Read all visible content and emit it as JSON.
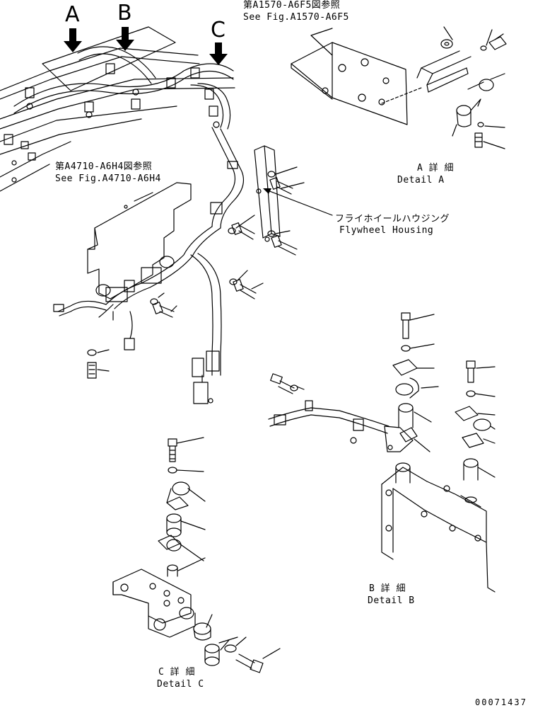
{
  "callouts": {
    "a": "A",
    "b": "B",
    "c": "C"
  },
  "refs": {
    "a1570_jp": "第A1570-A6F5図参照",
    "a1570_en": "See Fig.A1570-A6F5",
    "a4710_jp": "第A4710-A6H4図参照",
    "a4710_en": "See Fig.A4710-A6H4"
  },
  "flywheel": {
    "jp": "フライホイールハウジング",
    "en": "Flywheel Housing"
  },
  "details": {
    "a_jp": "A 詳 細",
    "a_en": "Detail A",
    "b_jp": "B 詳 細",
    "b_en": "Detail B",
    "c_jp": "C 詳 細",
    "c_en": "Detail C"
  },
  "drawing_number": "00071437"
}
